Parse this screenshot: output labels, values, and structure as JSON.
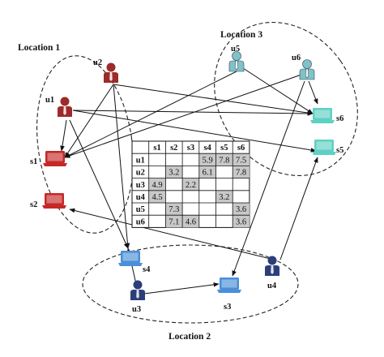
{
  "locations": {
    "location1": "Location 1",
    "location2": "Location 2",
    "location3": "Location 3"
  },
  "users": {
    "u1": "u1",
    "u2": "u2",
    "u3": "u3",
    "u4": "u4",
    "u5": "u5",
    "u6": "u6"
  },
  "servers": {
    "s1": "s1",
    "s2": "s2",
    "s3": "s3",
    "s4": "s4",
    "s5": "s5",
    "s6": "s6"
  },
  "colors": {
    "location1_user": "#9e2a2a",
    "location1_server": "#c62828",
    "location2_user": "#2c3e7a",
    "location2_server": "#4a8fd8",
    "location3_user": "#7fc2c8",
    "location3_server": "#5fd0c4",
    "matrix_shade": "#c8c8c8"
  },
  "matrix": {
    "columns": [
      "",
      "s1",
      "s2",
      "s3",
      "s4",
      "s5",
      "s6"
    ],
    "rows": [
      {
        "label": "u1",
        "cells": [
          "",
          "",
          "",
          "5.9",
          "7.8",
          "7.5"
        ]
      },
      {
        "label": "u2",
        "cells": [
          "",
          "3.2",
          "",
          "6.1",
          "",
          "7.8"
        ]
      },
      {
        "label": "u3",
        "cells": [
          "4.9",
          "",
          "2.2",
          "",
          "",
          ""
        ]
      },
      {
        "label": "u4",
        "cells": [
          "4.5",
          "",
          "",
          "",
          "3.2",
          ""
        ]
      },
      {
        "label": "u5",
        "cells": [
          "",
          "7.3",
          "",
          "",
          "",
          "3.6"
        ]
      },
      {
        "label": "u6",
        "cells": [
          "",
          "7.1",
          "4.6",
          "",
          "",
          "3.6"
        ]
      }
    ]
  },
  "edges": [
    [
      "u1",
      "s6"
    ],
    [
      "u1",
      "s5"
    ],
    [
      "u1",
      "s4"
    ],
    [
      "u1",
      "s1"
    ],
    [
      "u2",
      "s1"
    ],
    [
      "u2",
      "s4"
    ],
    [
      "u2",
      "s6"
    ],
    [
      "u3",
      "s4"
    ],
    [
      "u3",
      "s3"
    ],
    [
      "u4",
      "s2"
    ],
    [
      "u4",
      "s5"
    ],
    [
      "u5",
      "s6"
    ],
    [
      "u5",
      "s1"
    ],
    [
      "u6",
      "s1"
    ],
    [
      "u6",
      "s6"
    ],
    [
      "u6",
      "s3"
    ]
  ]
}
